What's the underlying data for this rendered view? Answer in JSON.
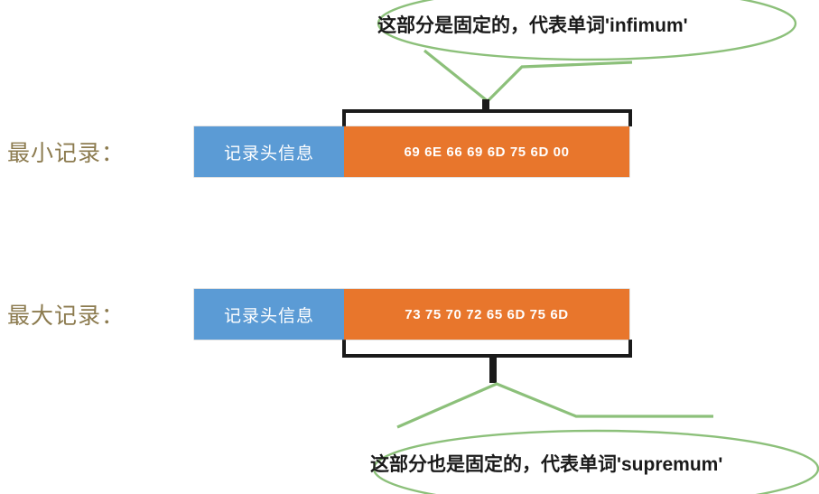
{
  "diagram": {
    "title_semantic": "mysql-infimum-supremum-record-layout",
    "colors": {
      "header_cell": "#5B9BD5",
      "data_cell": "#E8762C",
      "label_text": "#8C7B4F",
      "bracket": "#1A1A1A",
      "callout_outline": "#8CC07A",
      "callout_text": "#1A1A1A",
      "background": "#FFFFFF"
    },
    "rows": [
      {
        "id": "min-record",
        "label": "最小记录：",
        "header_cell": "记录头信息",
        "hex_cell": "69 6E 66 69 6D 75 6D 00",
        "bracket_position": "above",
        "callout": "这部分是固定的，代表单词'infimum'"
      },
      {
        "id": "max-record",
        "label": "最大记录：",
        "header_cell": "记录头信息",
        "hex_cell": "73 75 70 72 65 6D 75 6D",
        "bracket_position": "below",
        "callout": "这部分也是固定的，代表单词'supremum'"
      }
    ],
    "callouts": {
      "top": "这部分是固定的，代表单词'infimum'",
      "bottom": "这部分也是固定的，代表单词'supremum'"
    }
  }
}
